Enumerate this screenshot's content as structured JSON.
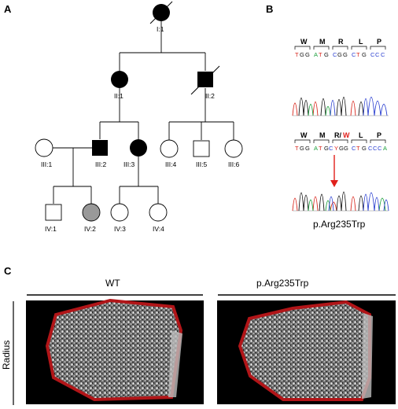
{
  "panels": {
    "a": "A",
    "b": "B",
    "c": "C"
  },
  "pedigree": {
    "I1": "I:1",
    "II1": "II:1",
    "II2": "II:2",
    "III1": "III:1",
    "III2": "III:2",
    "III3": "III:3",
    "III4": "III:4",
    "III5": "III:5",
    "III6": "III:6",
    "IV1": "IV:1",
    "IV2": "IV:2",
    "IV3": "IV:3",
    "IV4": "IV:4"
  },
  "sequencing": {
    "amino_acids_wt": [
      "W",
      "M",
      "R",
      "L",
      "P"
    ],
    "amino_acids_mut": [
      "W",
      "M",
      "R/",
      "W",
      "L",
      "P"
    ],
    "bases_wt": [
      "T",
      "G",
      "G",
      "A",
      "T",
      "G",
      "C",
      "G",
      "G",
      "C",
      "T",
      "G",
      "C",
      "C",
      "C"
    ],
    "bases_mut": [
      "T",
      "G",
      "G",
      "A",
      "T",
      "G",
      "C",
      "Y",
      "G",
      "G",
      "C",
      "T",
      "G",
      "C",
      "C",
      "C",
      "A"
    ],
    "variant_label": "p.Arg235Trp"
  },
  "micro_ct": {
    "row_label": "Radius",
    "wt_title": "WT",
    "mut_title": "p.Arg235Trp"
  },
  "colors": {
    "affected": "#000000",
    "carrier_gray": "#999999",
    "arrow_red": "#e0201b",
    "trace_A": "#1a9e3a",
    "trace_C": "#2a3fd0",
    "trace_G": "#111111",
    "trace_T": "#d8261c",
    "bone_rim": "#b11518",
    "trabecular": "#d9d9d9"
  }
}
